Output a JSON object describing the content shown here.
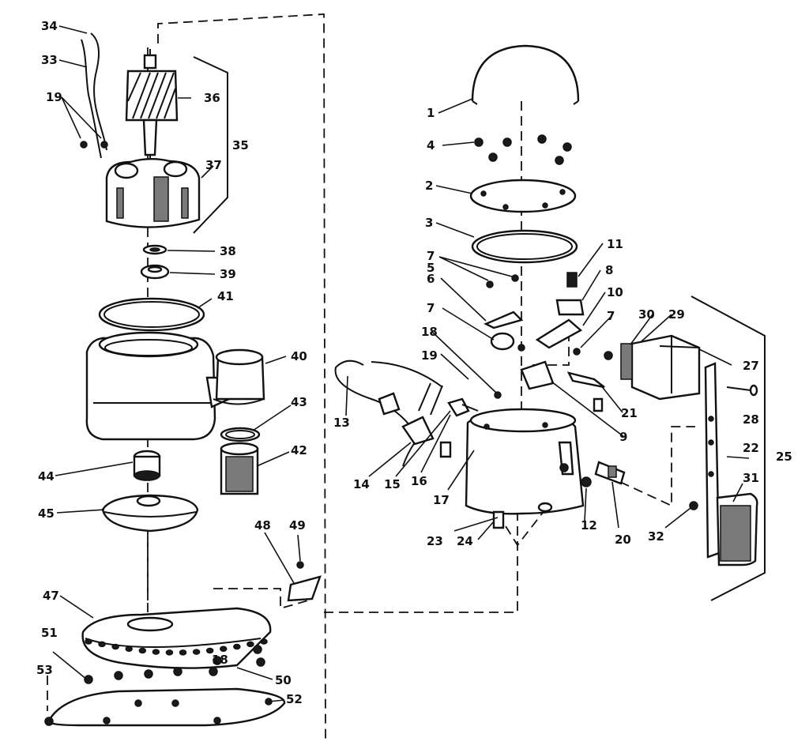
{
  "diagram": {
    "callouts": {
      "c1": "1",
      "c2": "2",
      "c3": "3",
      "c4": "4",
      "c5": "5",
      "c6": "6",
      "c7a": "7",
      "c7b": "7",
      "c7c": "7",
      "c8": "8",
      "c9": "9",
      "c10": "10",
      "c11": "11",
      "c12": "12",
      "c13": "13",
      "c14": "14",
      "c15": "15",
      "c16": "16",
      "c17": "17",
      "c18": "18",
      "c18b": "18",
      "c19a": "19",
      "c19b": "19",
      "c20": "20",
      "c21": "21",
      "c22": "22",
      "c23": "23",
      "c24": "24",
      "c25": "25",
      "c27": "27",
      "c28": "28",
      "c29": "29",
      "c30": "30",
      "c31": "31",
      "c32": "32",
      "c33": "33",
      "c34": "34",
      "c35": "35",
      "c36": "36",
      "c37": "37",
      "c38": "38",
      "c39": "39",
      "c40": "40",
      "c41": "41",
      "c42": "42",
      "c43": "43",
      "c44": "44",
      "c45": "45",
      "c47": "47",
      "c48": "48",
      "c49": "49",
      "c50": "50",
      "c51": "51",
      "c52": "52",
      "c53": "53"
    }
  }
}
